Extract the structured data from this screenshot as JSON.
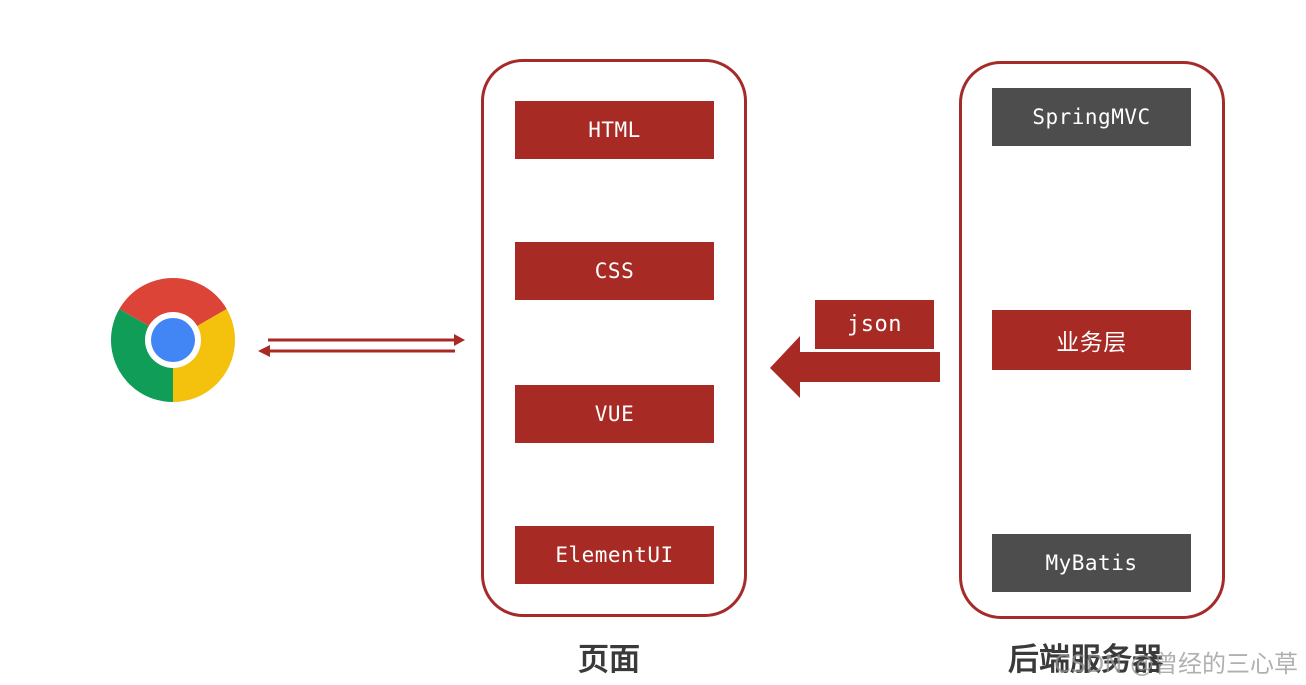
{
  "frontend": {
    "items": [
      {
        "label": "HTML"
      },
      {
        "label": "CSS"
      },
      {
        "label": "VUE"
      },
      {
        "label": "ElementUI"
      }
    ],
    "caption": "页面"
  },
  "backend": {
    "top": "SpringMVC",
    "middle": "业务层",
    "bottom": "MyBatis",
    "caption": "后端服务器"
  },
  "transfer": {
    "label": "json"
  },
  "watermark": "CSDN @曾经的三心草",
  "colors": {
    "accent_red": "#a82a25",
    "panel_border": "#a52a2a",
    "dark_gray": "#4d4d4d"
  },
  "icons": {
    "browser": "chrome-icon"
  }
}
